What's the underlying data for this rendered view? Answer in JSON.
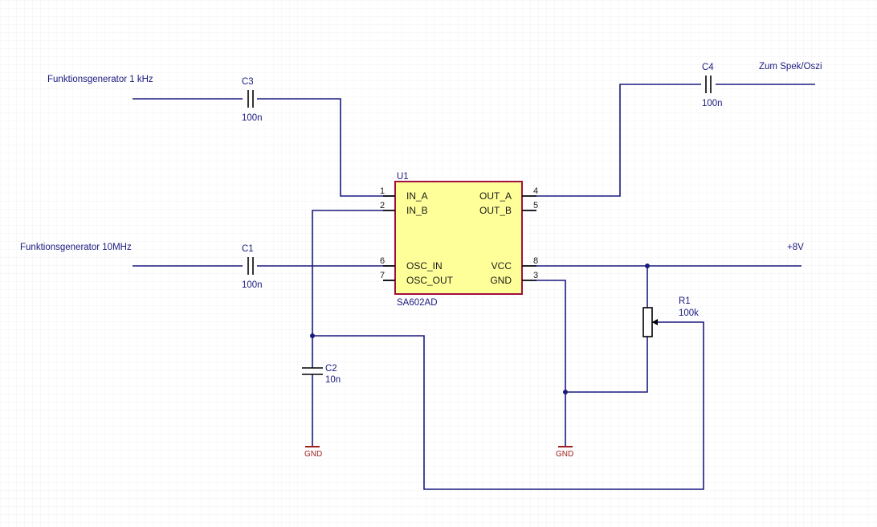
{
  "colors": {
    "wire": "#1a1a80",
    "ic_fill": "#ffff99",
    "ic_border": "#a01040",
    "gnd": "#a02020",
    "grid": "#e9e9e9",
    "background": "#ffffff"
  },
  "nets": {
    "fg_1khz": "Funktionsgenerator 1 kHz",
    "fg_10mhz": "Funktionsgenerator 10MHz",
    "out": "Zum Spek/Oszi",
    "vplus": "+8V",
    "gnd_left": "GND",
    "gnd_right": "GND"
  },
  "ic": {
    "designator": "U1",
    "part": "SA602AD",
    "pins": [
      {
        "num": "1",
        "name": "IN_A"
      },
      {
        "num": "2",
        "name": "IN_B"
      },
      {
        "num": "6",
        "name": "OSC_IN"
      },
      {
        "num": "7",
        "name": "OSC_OUT"
      },
      {
        "num": "4",
        "name": "OUT_A"
      },
      {
        "num": "5",
        "name": "OUT_B"
      },
      {
        "num": "8",
        "name": "VCC"
      },
      {
        "num": "3",
        "name": "GND"
      }
    ]
  },
  "c1": {
    "ref": "C1",
    "value": "100n"
  },
  "c2": {
    "ref": "C2",
    "value": "10n"
  },
  "c3": {
    "ref": "C3",
    "value": "100n"
  },
  "c4": {
    "ref": "C4",
    "value": "100n"
  },
  "r1": {
    "ref": "R1",
    "value": "100k"
  }
}
